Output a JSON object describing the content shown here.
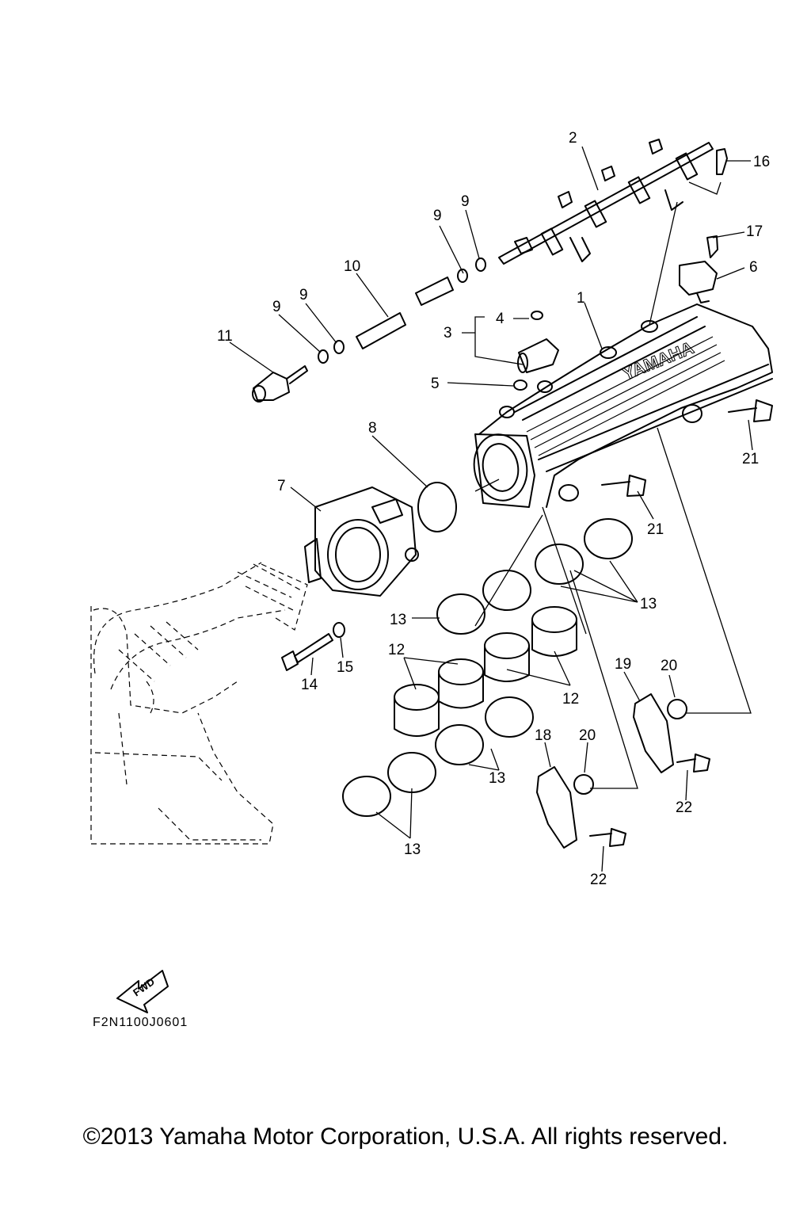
{
  "callouts": [
    {
      "id": "c1",
      "text": "1"
    },
    {
      "id": "c2",
      "text": "2"
    },
    {
      "id": "c3",
      "text": "3"
    },
    {
      "id": "c4",
      "text": "4"
    },
    {
      "id": "c5",
      "text": "5"
    },
    {
      "id": "c6",
      "text": "6"
    },
    {
      "id": "c7",
      "text": "7"
    },
    {
      "id": "c8",
      "text": "8"
    },
    {
      "id": "c9a",
      "text": "9"
    },
    {
      "id": "c9b",
      "text": "9"
    },
    {
      "id": "c9c",
      "text": "9"
    },
    {
      "id": "c9d",
      "text": "9"
    },
    {
      "id": "c10",
      "text": "10"
    },
    {
      "id": "c11",
      "text": "11"
    },
    {
      "id": "c12a",
      "text": "12"
    },
    {
      "id": "c12b",
      "text": "12"
    },
    {
      "id": "c13a",
      "text": "13"
    },
    {
      "id": "c13b",
      "text": "13"
    },
    {
      "id": "c13c",
      "text": "13"
    },
    {
      "id": "c13d",
      "text": "13"
    },
    {
      "id": "c14",
      "text": "14"
    },
    {
      "id": "c15",
      "text": "15"
    },
    {
      "id": "c16",
      "text": "16"
    },
    {
      "id": "c17",
      "text": "17"
    },
    {
      "id": "c18",
      "text": "18"
    },
    {
      "id": "c19",
      "text": "19"
    },
    {
      "id": "c20a",
      "text": "20"
    },
    {
      "id": "c20b",
      "text": "20"
    },
    {
      "id": "c21a",
      "text": "21"
    },
    {
      "id": "c21b",
      "text": "21"
    },
    {
      "id": "c22a",
      "text": "22"
    },
    {
      "id": "c22b",
      "text": "22"
    }
  ],
  "logo_text": "YAMAHA",
  "fwd_text": "FWD",
  "drawing_code": "F2N1100J0601",
  "copyright": "©2013 Yamaha Motor Corporation, U.S.A. All rights reserved."
}
